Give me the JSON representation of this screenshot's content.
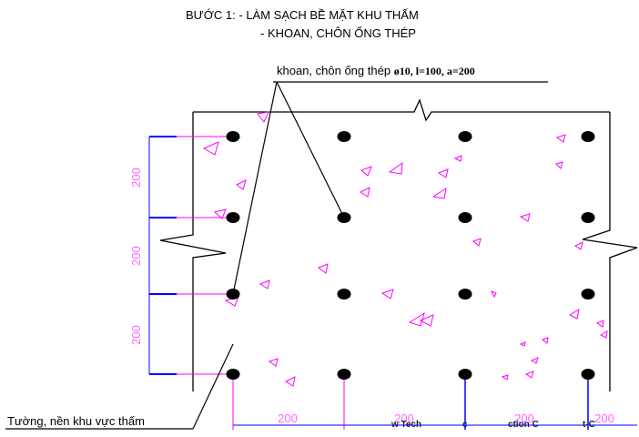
{
  "title": {
    "line1": "BƯỚC 1: - LÀM SẠCH BỀ MẶT KHU THẤM",
    "line2": "- KHOAN, CHÔN ỐNG THÉP"
  },
  "annotations": {
    "pipe_label": "khoan, chôn ống thép",
    "pipe_spec": "ø10, l=100, a=200",
    "wall_label": "Tường, nền khu vực thấm"
  },
  "dimensions": {
    "vertical": [
      "200",
      "200",
      "200"
    ],
    "horizontal": [
      "200",
      "200",
      "200",
      "200"
    ]
  },
  "overlay_text": [
    "w Tech",
    "c",
    "ction C",
    "t-C"
  ],
  "colors": {
    "outline": "#000000",
    "hole": "#000000",
    "dimension_line": "#ff00ff",
    "dimension_arrow": "#0000ff",
    "dimension_text": "#ff66ff",
    "aggregate": "#ff00ff"
  }
}
